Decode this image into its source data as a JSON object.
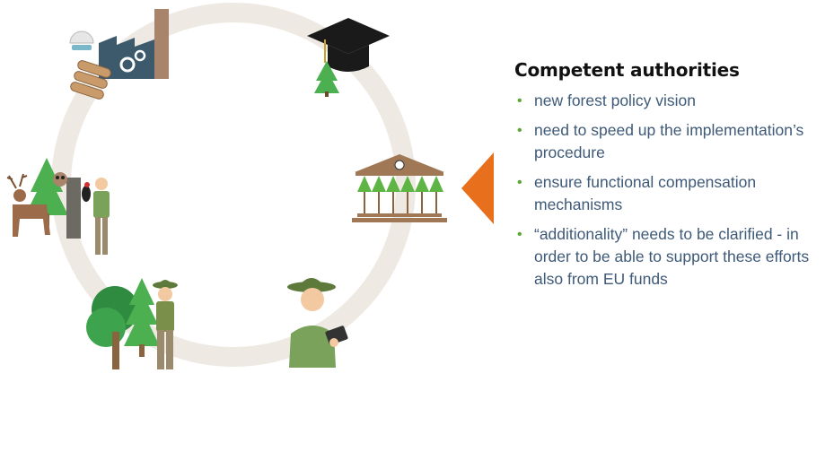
{
  "panel": {
    "title": "Competent authorities",
    "bullets": [
      "new forest policy vision",
      "need to speed up the implementation’s procedure",
      "ensure functional compensation mechanisms",
      "“additionality” needs to be clarified - in order to be able to support these efforts also from EU funds"
    ]
  },
  "colors": {
    "ring": "#eeeae3",
    "arrow": "#e8701d",
    "bullet": "#5aa833",
    "text": "#3e5a78"
  },
  "icons": [
    "industry-icon",
    "graduation-cap-icon",
    "government-building-icon",
    "forester-tablet-icon",
    "forest-ranger-icon",
    "wildlife-icon"
  ]
}
